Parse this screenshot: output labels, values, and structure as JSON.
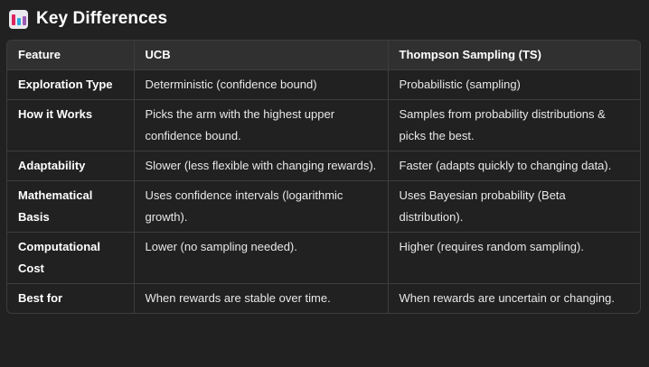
{
  "heading": {
    "icon": "bar-chart-icon",
    "title": "Key Differences"
  },
  "table": {
    "headers": [
      "Feature",
      "UCB",
      "Thompson Sampling (TS)"
    ],
    "rows": [
      [
        "Exploration Type",
        "Deterministic (confidence bound)",
        "Probabilistic (sampling)"
      ],
      [
        "How it Works",
        "Picks the arm with the highest upper confidence bound.",
        "Samples from probability distributions & picks the best."
      ],
      [
        "Adaptability",
        "Slower (less flexible with changing rewards).",
        "Faster (adapts quickly to changing data)."
      ],
      [
        "Mathematical Basis",
        "Uses confidence intervals (logarithmic growth).",
        "Uses Bayesian probability (Beta distribution)."
      ],
      [
        "Computational Cost",
        "Lower (no sampling needed).",
        "Higher (requires random sampling)."
      ],
      [
        "Best for",
        "When rewards are stable over time.",
        "When rewards are uncertain or changing."
      ]
    ]
  }
}
